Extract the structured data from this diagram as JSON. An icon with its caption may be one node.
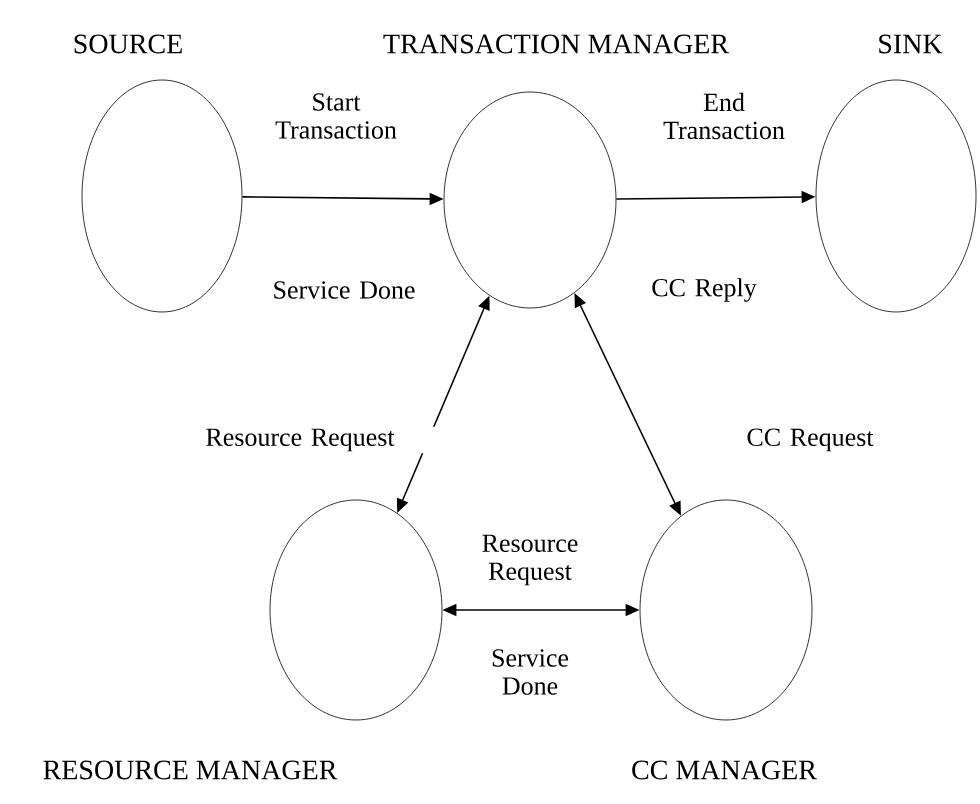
{
  "diagram": {
    "nodes": [
      {
        "text": [
          "SOURCE"
        ]
      },
      {
        "text": [
          "TRANSACTION MANAGER"
        ]
      },
      {
        "text": [
          "SINK"
        ]
      },
      {
        "text": [
          "RESOURCE MANAGER"
        ]
      },
      {
        "text": [
          "CC MANAGER"
        ]
      }
    ],
    "edges": [
      {
        "from": 0,
        "to": 1,
        "arrow": "to",
        "label": "Start Transaction"
      },
      {
        "from": 1,
        "to": 2,
        "arrow": "to",
        "label": "End Transaction"
      },
      {
        "from": 1,
        "to": 3,
        "arrow": "both",
        "label": "Resource Request"
      },
      {
        "from": 1,
        "to": 4,
        "arrow": "both",
        "label": "CC Request"
      },
      {
        "from": 3,
        "to": 4,
        "arrow": "both",
        "label": "Resource Request"
      }
    ],
    "labels": [
      "Service Done",
      "CC Reply",
      "Service Done"
    ]
  }
}
